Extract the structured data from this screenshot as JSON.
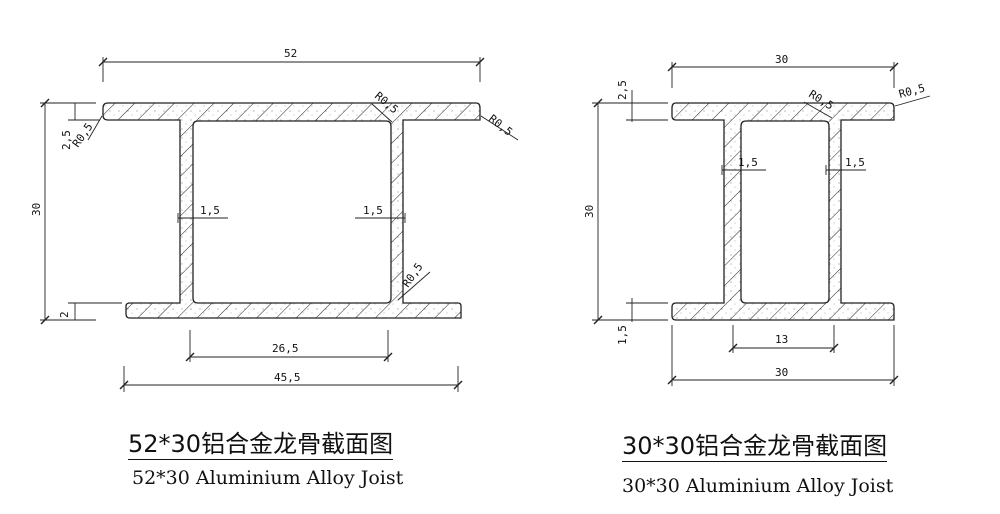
{
  "left_section": {
    "dims": {
      "top_width": "52",
      "height": "30",
      "flange_top": "2,5",
      "flange_bottom": "2",
      "web_left": "1,5",
      "web_right": "1,5",
      "inner_width": "26,5",
      "bottom_width": "45,5",
      "radius_tl": "R0,5",
      "radius_tr": "R0,5",
      "radius_inner_top": "R0,5",
      "radius_inner_bottom": "R0,5"
    },
    "title_cn": "52*30铝合金龙骨截面图",
    "title_en": "52*30 Aluminium Alloy Joist"
  },
  "right_section": {
    "dims": {
      "top_width": "30",
      "height": "30",
      "flange_top": "2,5",
      "flange_bottom": "1,5",
      "web_left": "1,5",
      "web_right": "1,5",
      "inner_width": "13",
      "bottom_width": "30",
      "radius_tr": "R0,5",
      "radius_inner_top": "R0,5"
    },
    "title_cn": "30*30铝合金龙骨截面图",
    "title_en": "30*30  Aluminium Alloy Joist"
  }
}
